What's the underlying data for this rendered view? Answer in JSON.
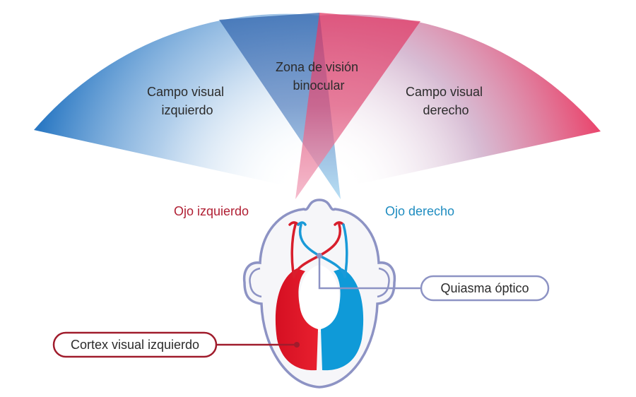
{
  "fields": {
    "left_field": [
      "Campo visual",
      "izquierdo"
    ],
    "binocular": [
      "Zona de visión",
      "binocular"
    ],
    "right_field": [
      "Campo visual",
      "derecho"
    ]
  },
  "eyes": {
    "left_eye_label": "Ojo izquierdo",
    "right_eye_label": "Ojo derecho"
  },
  "callouts": {
    "chiasm": "Quiasma óptico",
    "cortex": "Cortex visual izquierdo"
  },
  "colors": {
    "blue": "#2a78c3",
    "red": "#e8345f",
    "nerve_red": "#d81e2c",
    "nerve_blue": "#1a9ad8",
    "outline": "#8d93c4",
    "callout_red": "#a01c2c",
    "right_eye_text": "#1e8cc0"
  }
}
